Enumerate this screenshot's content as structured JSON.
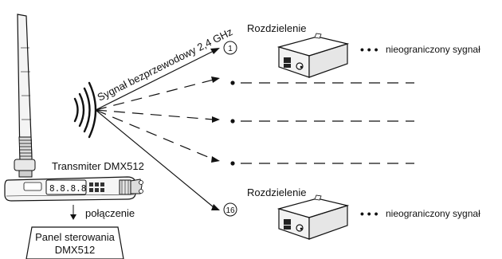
{
  "wireless_signal_label": "Sygnał bezprzewodowy 2,4 GHz",
  "transmitter_label": "Transmiter DMX512",
  "connection_label": "połączenie",
  "panel_label_line1": "Panel sterowania",
  "panel_label_line2": "DMX512",
  "splitters": [
    {
      "number": "1",
      "label": "Rozdzielenie",
      "trailing_text": "nieograniczony sygnał",
      "dots": "• • •"
    },
    {
      "number": "16",
      "label": "Rozdzielenie",
      "trailing_text": "nieograniczony sygnał",
      "dots": "• • •"
    }
  ]
}
